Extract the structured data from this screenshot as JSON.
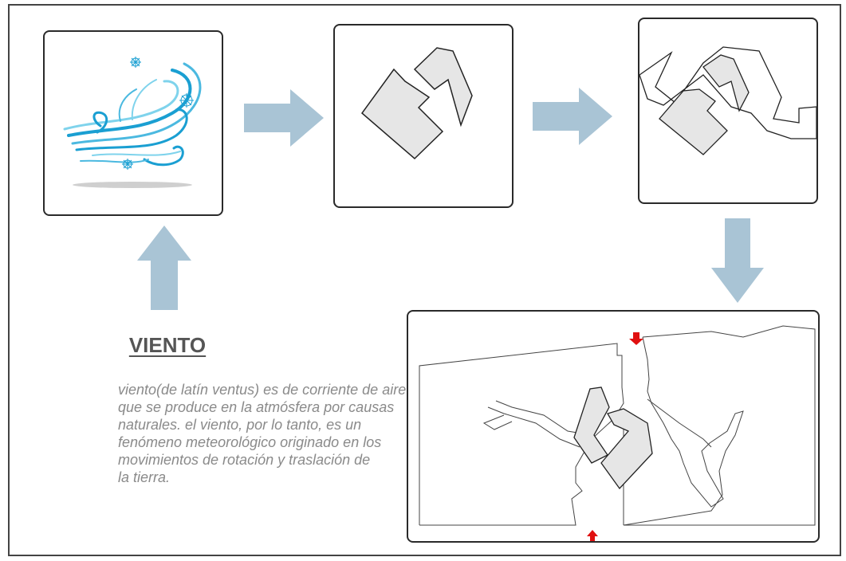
{
  "heading": "VIENTO",
  "description": "viento(de latín ventus) es de corriente de aire\nque se produce en la atmósfera por causas\nnaturales. el viento, por lo tanto, es un\nfenómeno meteorológico originado en los\nmovimientos de rotación y traslación de\nla tierra.",
  "colors": {
    "arrow": "#a9c4d5",
    "wind_light": "#7fd3ec",
    "wind_dark": "#1a9fd2",
    "building_fill": "#e6e6e6",
    "entry_marker": "#e01010"
  },
  "icons": [
    "wind-icon",
    "snowflake-icon",
    "right-arrow",
    "down-arrow",
    "up-arrow"
  ]
}
